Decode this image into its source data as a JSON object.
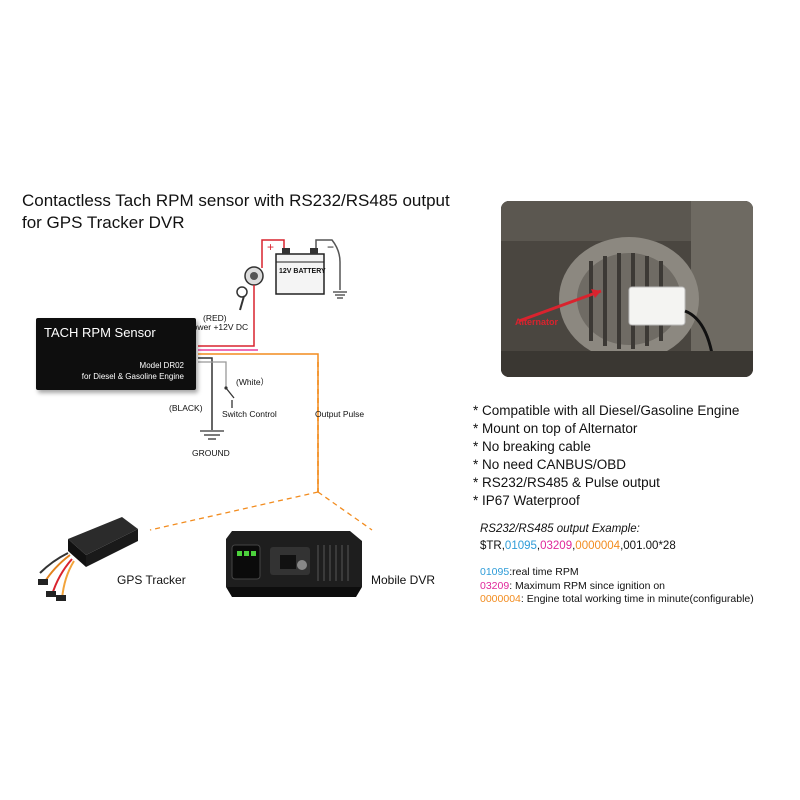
{
  "title": {
    "line1": "Contactless Tach RPM sensor with RS232/RS485 output",
    "line2": "for GPS Tracker DVR"
  },
  "wiring": {
    "battery_label": "12V BATTERY",
    "plus_sign": "+",
    "minus_sign": "−",
    "red_wire": "(RED)",
    "power_label": "Power +12V DC",
    "white_wire": "(White）",
    "switch_control": "Switch Control",
    "black_wire": "(BLACK)",
    "ground": "GROUND",
    "output_pulse": "Output Pulse",
    "colors": {
      "red": "#d9232e",
      "pink": "#f06eb3",
      "orange": "#f28c1f",
      "wire_gray": "#555555"
    }
  },
  "sensor": {
    "name": "TACH RPM Sensor",
    "model": "Model DR02",
    "usage": "for  Diesel & Gasoline Engine"
  },
  "devices": {
    "gps_tracker": "GPS Tracker",
    "mobile_dvr": "Mobile DVR"
  },
  "photo": {
    "callout": "Alternator"
  },
  "features": [
    "* Compatible with all Diesel/Gasoline Engine",
    "* Mount on top of Alternator",
    "* No breaking cable",
    "* No need CANBUS/OBD",
    "* RS232/RS485  & Pulse output",
    "* IP67 Waterproof"
  ],
  "example": {
    "title": "RS232/RS485 output Example:",
    "prefix": "$TR,",
    "rpm": "01095",
    "sep1": ",",
    "max_rpm": "03209",
    "sep2": ",",
    "work_time": "0000004",
    "suffix": ",001.00*28"
  },
  "legend": [
    {
      "code": "01095",
      "text": ":real time RPM"
    },
    {
      "code": "03209",
      "text": ":  Maximum RPM since ignition on"
    },
    {
      "code": "0000004",
      "text": ": Engine total working time in minute(configurable)"
    }
  ],
  "palette": {
    "blue": "#2e9cd8",
    "magenta": "#e0279a",
    "orange": "#f28c1f"
  }
}
